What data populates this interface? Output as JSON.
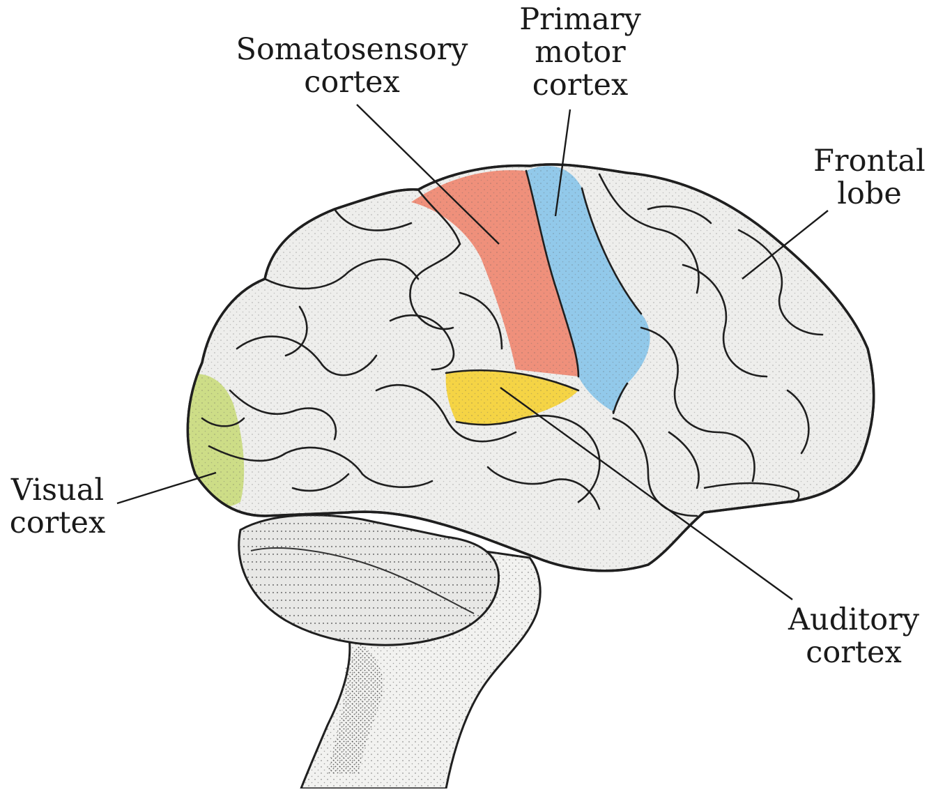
{
  "labels": {
    "somatosensory": [
      "Somatosensory",
      "cortex"
    ],
    "primary_motor": [
      "Primary",
      "motor",
      "cortex"
    ],
    "frontal_lobe": [
      "Frontal",
      "lobe"
    ],
    "visual": [
      "Visual",
      "cortex"
    ],
    "auditory": [
      "Auditory",
      "cortex"
    ]
  },
  "colors": {
    "somatosensory": "#ee8a75",
    "primary_motor": "#8cc6ea",
    "visual": "#c9da7c",
    "auditory": "#f4d23c",
    "brain_fill": "#eeeeec",
    "outline": "#1f1f1f",
    "cerebellum": "#e6e6e6"
  }
}
